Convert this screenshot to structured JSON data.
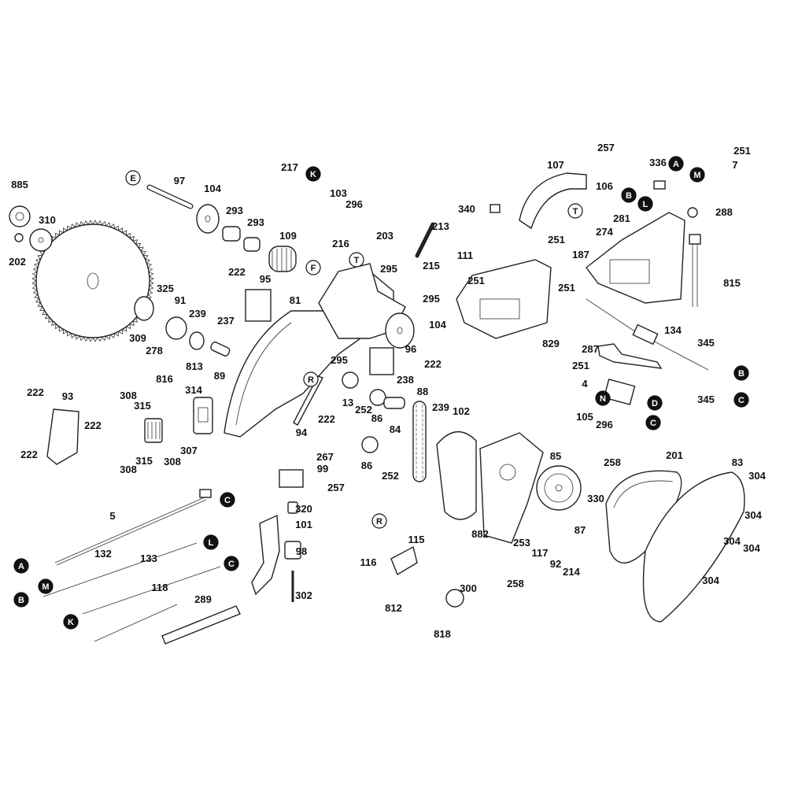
{
  "diagram": {
    "part_labels": [
      "885",
      "310",
      "202",
      "97",
      "104",
      "293",
      "293",
      "217",
      "103",
      "296",
      "109",
      "216",
      "203",
      "213",
      "215",
      "295",
      "295",
      "222",
      "95",
      "81",
      "325",
      "91",
      "239",
      "237",
      "309",
      "278",
      "89",
      "104",
      "96",
      "222",
      "295",
      "813",
      "314",
      "816",
      "308",
      "315",
      "222",
      "93",
      "222",
      "222",
      "308",
      "315",
      "307",
      "308",
      "13",
      "252",
      "86",
      "238",
      "88",
      "84",
      "239",
      "102",
      "222",
      "94",
      "86",
      "252",
      "267",
      "99",
      "257",
      "320",
      "101",
      "98",
      "302",
      "5",
      "132",
      "133",
      "118",
      "289",
      "115",
      "116",
      "812",
      "300",
      "818",
      "882",
      "253",
      "117",
      "92",
      "214",
      "258",
      "85",
      "87",
      "330",
      "258",
      "105",
      "296",
      "201",
      "83",
      "304",
      "304",
      "304",
      "304",
      "304",
      "257",
      "107",
      "106",
      "340",
      "111",
      "251",
      "251",
      "187",
      "251",
      "829",
      "336",
      "251",
      "7",
      "281",
      "274",
      "288",
      "815",
      "134",
      "345",
      "345",
      "287",
      "251",
      "4"
    ],
    "reference_markers": [
      {
        "letter": "E",
        "style": "outline"
      },
      {
        "letter": "K",
        "style": "filled"
      },
      {
        "letter": "T",
        "style": "outline"
      },
      {
        "letter": "F",
        "style": "outline"
      },
      {
        "letter": "R",
        "style": "outline"
      },
      {
        "letter": "R",
        "style": "outline"
      },
      {
        "letter": "A",
        "style": "filled"
      },
      {
        "letter": "M",
        "style": "filled"
      },
      {
        "letter": "B",
        "style": "filled"
      },
      {
        "letter": "L",
        "style": "filled"
      },
      {
        "letter": "T",
        "style": "outline"
      },
      {
        "letter": "B",
        "style": "filled"
      },
      {
        "letter": "C",
        "style": "filled"
      },
      {
        "letter": "D",
        "style": "filled"
      },
      {
        "letter": "N",
        "style": "filled"
      },
      {
        "letter": "C",
        "style": "filled"
      },
      {
        "letter": "C",
        "style": "filled"
      },
      {
        "letter": "A",
        "style": "filled"
      },
      {
        "letter": "M",
        "style": "filled"
      },
      {
        "letter": "L",
        "style": "filled"
      },
      {
        "letter": "C",
        "style": "filled"
      },
      {
        "letter": "B",
        "style": "filled"
      },
      {
        "letter": "K",
        "style": "filled"
      }
    ],
    "colors": {
      "ink": "#111111",
      "background": "#ffffff"
    }
  }
}
